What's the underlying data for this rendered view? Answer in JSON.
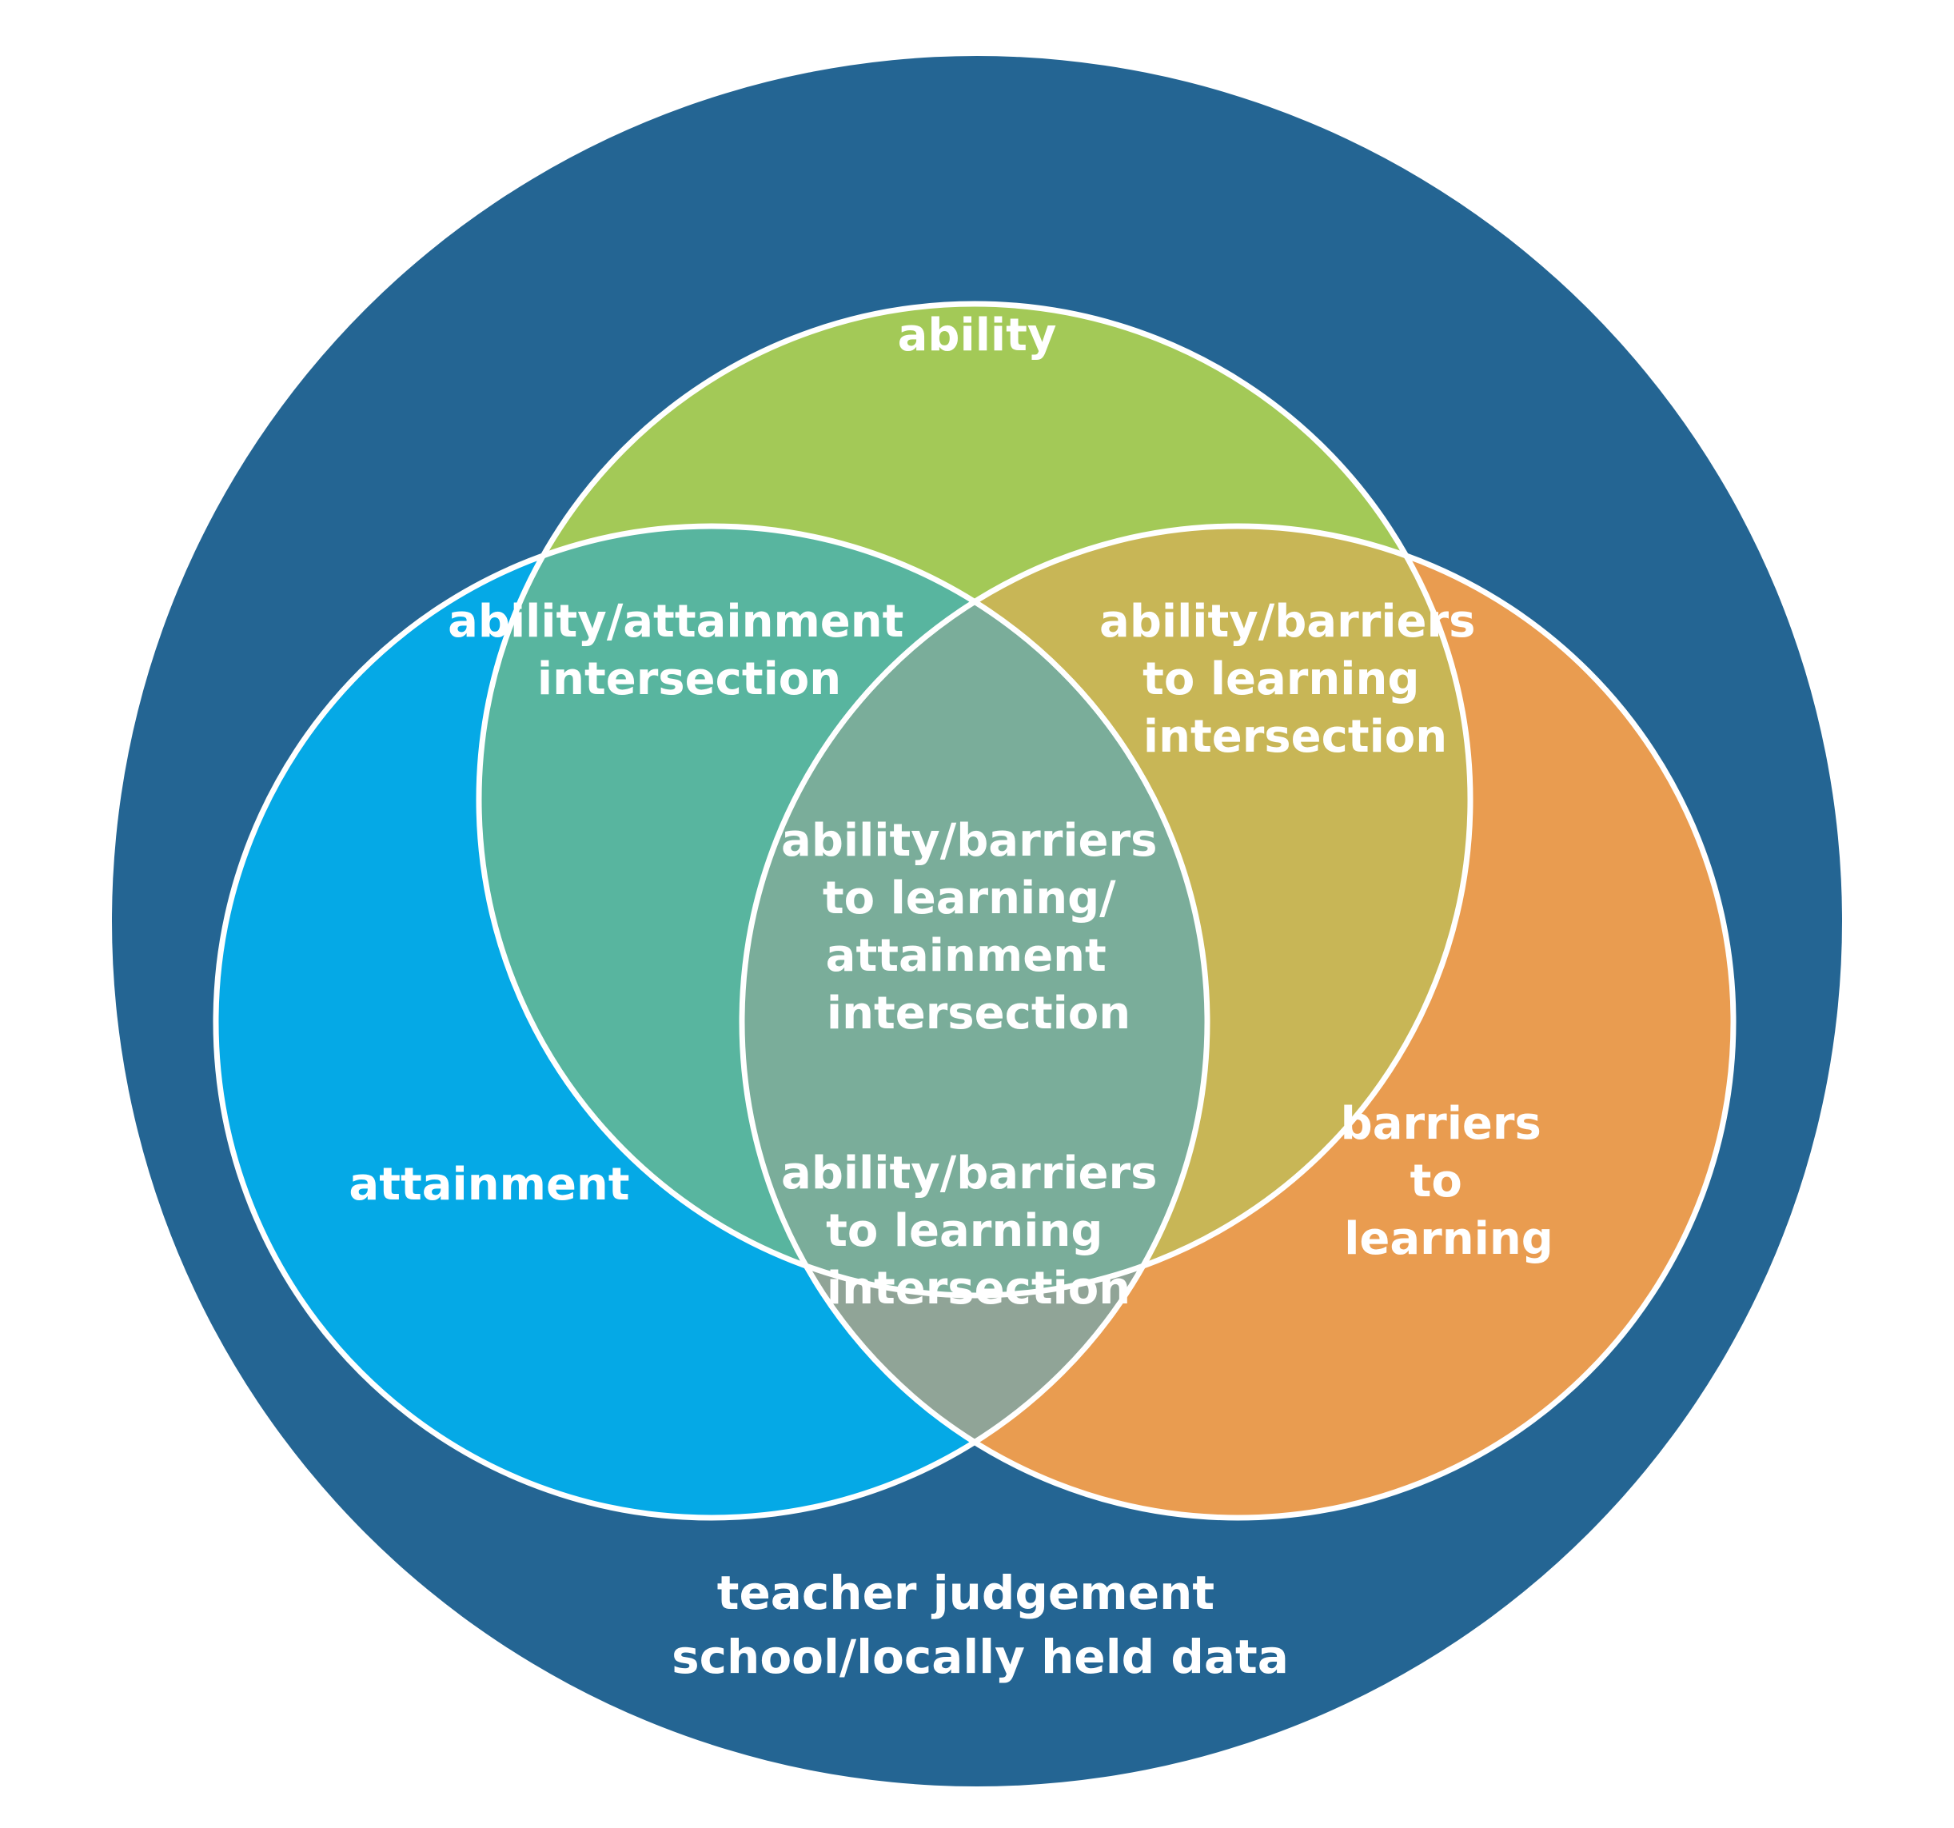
{
  "colors": {
    "outer": "#246593",
    "ability": "#a3c957",
    "attainment": "#05a9e6",
    "barriers": "#e99c50",
    "ability_attainment": "#58b59f",
    "ability_barriers": "#c8b656",
    "attainment_barriers": "#90a497",
    "center": "#7aad9a",
    "stroke": "#ffffff"
  },
  "labels": {
    "ability": [
      "ability"
    ],
    "attainment": [
      "attainment"
    ],
    "barriers": [
      "barriers",
      "to",
      "learning"
    ],
    "ability_attainment": [
      "ability/attainment",
      "intersection"
    ],
    "ability_barriers": [
      "ability/barriers",
      "to learning",
      "intersection"
    ],
    "lower_intersection": [
      "ability/barriers",
      "to learning",
      "intersection"
    ],
    "center": [
      "ability/barriers",
      "to learning/",
      "attainment",
      "intersection"
    ],
    "outer": [
      "teacher judgement",
      "school/locally held data"
    ]
  }
}
